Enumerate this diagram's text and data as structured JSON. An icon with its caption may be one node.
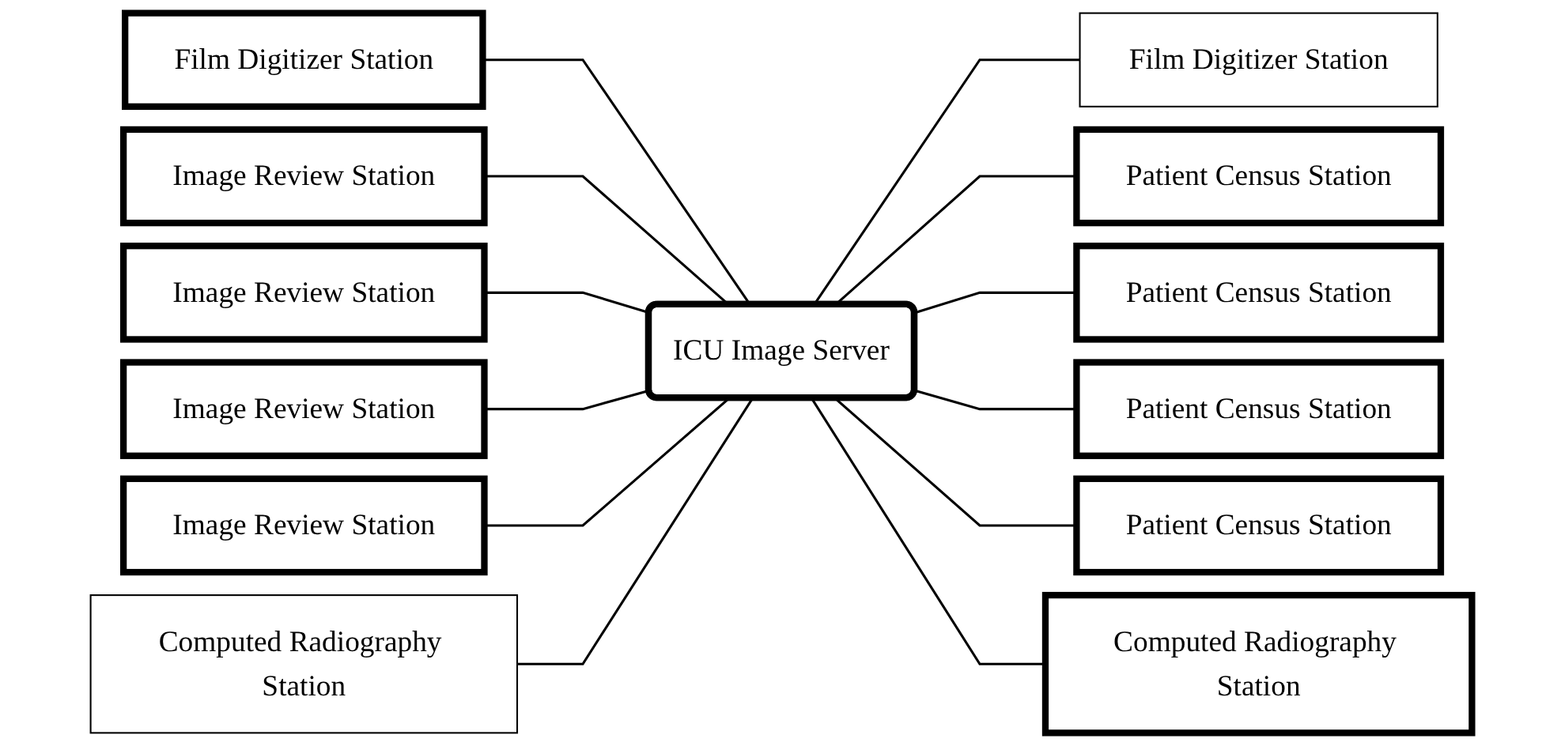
{
  "diagram": {
    "nodes": [
      {
        "text": [
          "Film Digitizer Station"
        ]
      },
      {
        "text": [
          "Film Digitizer Station"
        ]
      },
      {
        "text": [
          "Image Review Station"
        ]
      },
      {
        "text": [
          "Patient Census Station"
        ]
      },
      {
        "text": [
          "ICU Image Server"
        ]
      },
      {
        "text": [
          "Image Review Station"
        ]
      },
      {
        "text": [
          "Patient Census Station"
        ]
      },
      {
        "text": [
          "Image Review Station"
        ]
      },
      {
        "text": [
          "Patient Census Station"
        ]
      },
      {
        "text": [
          "Image Review Station"
        ]
      },
      {
        "text": [
          "Patient Census Station"
        ]
      },
      {
        "text": [
          "Computed Radiography Station"
        ]
      },
      {
        "text": [
          "Computed Radiography Station"
        ]
      }
    ],
    "edges": [
      {
        "from": 0,
        "to": 4,
        "arrow": "none"
      },
      {
        "from": 4,
        "to": 1,
        "arrow": "none"
      },
      {
        "from": 2,
        "to": 4,
        "arrow": "none"
      },
      {
        "from": 4,
        "to": 3,
        "arrow": "none"
      },
      {
        "from": 5,
        "to": 4,
        "arrow": "none"
      },
      {
        "from": 4,
        "to": 6,
        "arrow": "none"
      },
      {
        "from": 7,
        "to": 4,
        "arrow": "none"
      },
      {
        "from": 4,
        "to": 8,
        "arrow": "none"
      },
      {
        "from": 9,
        "to": 4,
        "arrow": "none"
      },
      {
        "from": 4,
        "to": 10,
        "arrow": "none"
      },
      {
        "from": 11,
        "to": 4,
        "arrow": "none"
      },
      {
        "from": 4,
        "to": 12,
        "arrow": "none"
      }
    ]
  }
}
